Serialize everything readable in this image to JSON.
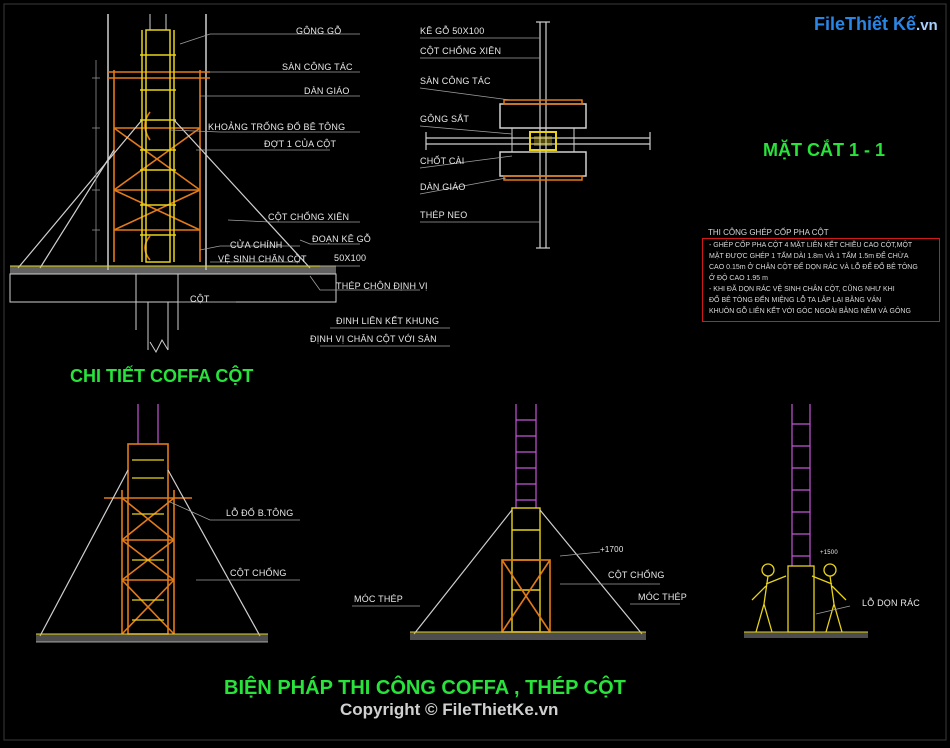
{
  "logo": {
    "brand": "File",
    "rest": "Thiết Kế",
    "suffix": ".vn"
  },
  "titles": {
    "detail": "CHI TIẾT COFFA CỘT",
    "section": "MẶT CẮT 1 - 1",
    "method": "BIỆN PHÁP THI CÔNG COFFA , THÉP CỘT"
  },
  "detail_labels": {
    "gong_go": "GÔNG GỖ",
    "san_cong_tac": "SÀN CÔNG TÁC",
    "dan_giao": "DÀN GIÁO",
    "khoang_trong": "KHOẢNG TRỐNG ĐỔ BÊ TÔNG",
    "dot1": "ĐỢT 1 CỦA CỘT",
    "cot_chong_xien": "CỘT CHỐNG XIÊN",
    "cua_chinh": "CỬA CHÍNH",
    "ve_sinh": "VỆ SINH CHÂN CỘT",
    "doan_ke_go": "ĐOẠN KÊ GỖ",
    "size_50x100": "50X100",
    "thep_chon": "THÉP CHÔN ĐỊNH VỊ",
    "cot": "CỘT",
    "dinh_lien_ket": "ĐINH LIÊN KẾT KHUNG",
    "dinh_vi": "ĐỊNH VỊ CHÂN CỘT VỚI SÀN"
  },
  "section_labels": {
    "ke_go": "KÊ GỖ 50X100",
    "cot_chong_xien": "CỘT CHỐNG XIÊN",
    "san_cong_tac": "SÀN CÔNG TÁC",
    "gong_sat": "GÔNG SẮT",
    "chot_cai": "CHỐT CÀI",
    "dan_giao": "DÀN GIÁO",
    "thep_neo": "THÉP NEO"
  },
  "note": {
    "heading": "THI CÔNG GHÉP CỐP PHA CỘT",
    "lines": [
      "- GHÉP CỐP PHA CỘT 4 MẶT LIÊN KẾT CHIỀU CAO CỘT,MỘT",
      "MẶT ĐƯỢC GHÉP 1 TẤM DÀI 1.8m VÀ 1 TẤM 1.5m ĐỂ CHỪA",
      "CAO 0.15m Ở CHÂN CỘT ĐỂ DỌN RÁC VÀ LỖ ĐỂ ĐỔ BÊ TÔNG",
      "Ở ĐỘ CAO 1.95 m",
      "- KHI ĐÃ DỌN RÁC VỆ SINH CHÂN CỘT, CŨNG NHƯ KHI",
      "ĐỔ BÊ TÔNG ĐẾN MIỆNG LỖ TA LẮP LẠI BẰNG VÁN",
      "KHUÔN GỖ LIÊN KẾT VỚI GÓC NGOÀI BẰNG NÊM VÀ GÔNG"
    ]
  },
  "method_labels": {
    "lo_do": "LỖ ĐỔ B.TÔNG",
    "cot_chong1": "CỘT CHỐNG",
    "moc_thep_left": "MÓC THÉP",
    "dim_1700": "+1700",
    "cot_chong2": "CỘT CHỐNG",
    "moc_thep_right": "MÓC THÉP",
    "dim_1500": "+1500",
    "lo_don_rac": "LỖ DỌN RÁC"
  },
  "copyright": "Copyright © FileThietKe.vn",
  "colors": {
    "title_green": "#27e33a",
    "frame_yellow": "#e8d21a",
    "scaffold_orange": "#e27a1a",
    "rebar_magenta": "#c455d6",
    "note_red": "#d01818",
    "logo_blue": "#2a86e6"
  }
}
